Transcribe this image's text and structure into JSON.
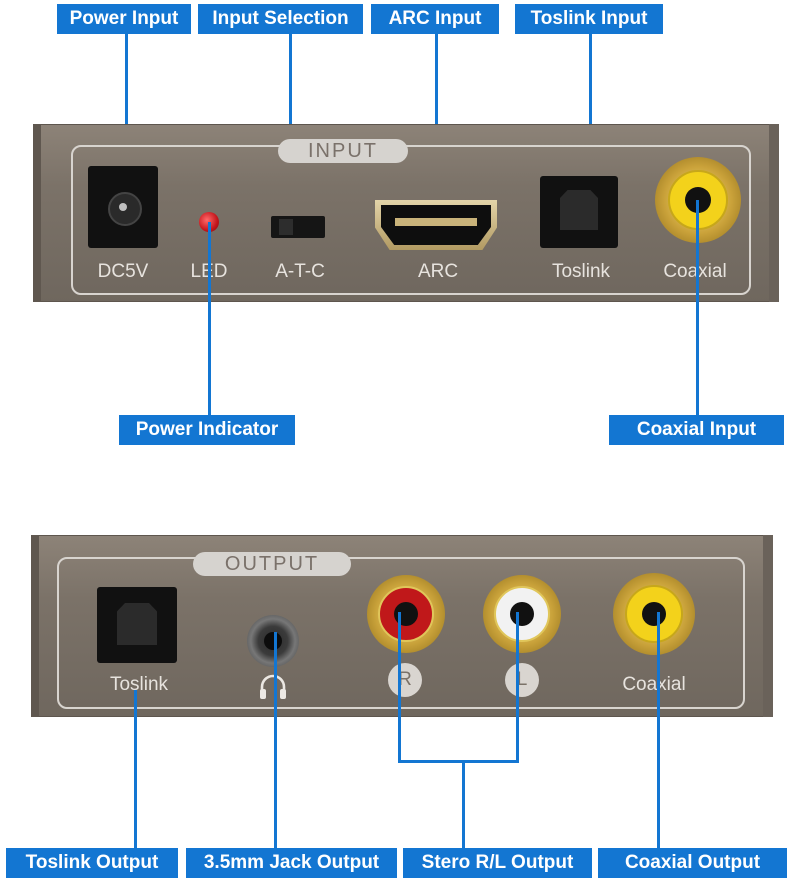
{
  "callouts": {
    "power_input": "Power Input",
    "input_selection": "Input Selection",
    "arc_input": "ARC Input",
    "toslink_input": "Toslink Input",
    "power_indicator": "Power Indicator",
    "coaxial_input": "Coaxial Input",
    "toslink_output": "Toslink Output",
    "jack_output": "3.5mm Jack Output",
    "stereo_output": "Stero R/L Output",
    "coaxial_output": "Coaxial Output"
  },
  "input_panel": {
    "title": "INPUT",
    "labels": {
      "dc5v": "DC5V",
      "led": "LED",
      "atc": "A-T-C",
      "arc": "ARC",
      "toslink": "Toslink",
      "coaxial": "Coaxial"
    }
  },
  "output_panel": {
    "title": "OUTPUT",
    "labels": {
      "toslink": "Toslink",
      "r": "R",
      "l": "L",
      "coaxial": "Coaxial"
    }
  },
  "icons": {
    "headphone": "headphone-icon"
  },
  "colors": {
    "callout_bg": "#1376d2",
    "panel": "#7b7268",
    "rca_red": "#c0181a",
    "rca_white": "#f2f2f2",
    "rca_yellow": "#f3d21b",
    "led": "#c4161c"
  }
}
